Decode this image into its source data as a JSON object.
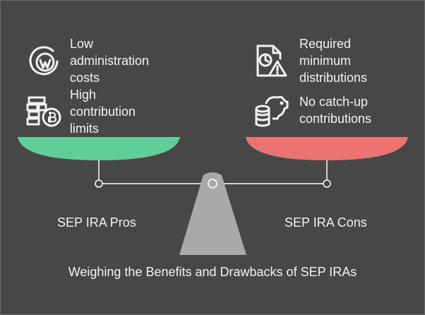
{
  "title": "Weighing the Benefits and Drawbacks of SEP IRAs",
  "pros": {
    "label": "SEP IRA Pros",
    "items": [
      {
        "lines": [
          "Low",
          "administration",
          "costs"
        ],
        "icon": "wordpress-circle-icon"
      },
      {
        "lines": [
          "High",
          "contribution",
          "limits"
        ],
        "icon": "bitcoin-wall-icon"
      }
    ]
  },
  "cons": {
    "label": "SEP IRA Cons",
    "items": [
      {
        "lines": [
          "Required",
          "minimum",
          "distributions"
        ],
        "icon": "clock-warning-document-icon"
      },
      {
        "lines": [
          "No catch-up",
          "contributions"
        ],
        "icon": "piggy-bank-coins-icon"
      }
    ]
  },
  "colors": {
    "background": "#474747",
    "pros_pan": "#5fcf97",
    "cons_pan": "#ec7370",
    "fulcrum": "#a9a9a9",
    "line": "#ffffff"
  }
}
